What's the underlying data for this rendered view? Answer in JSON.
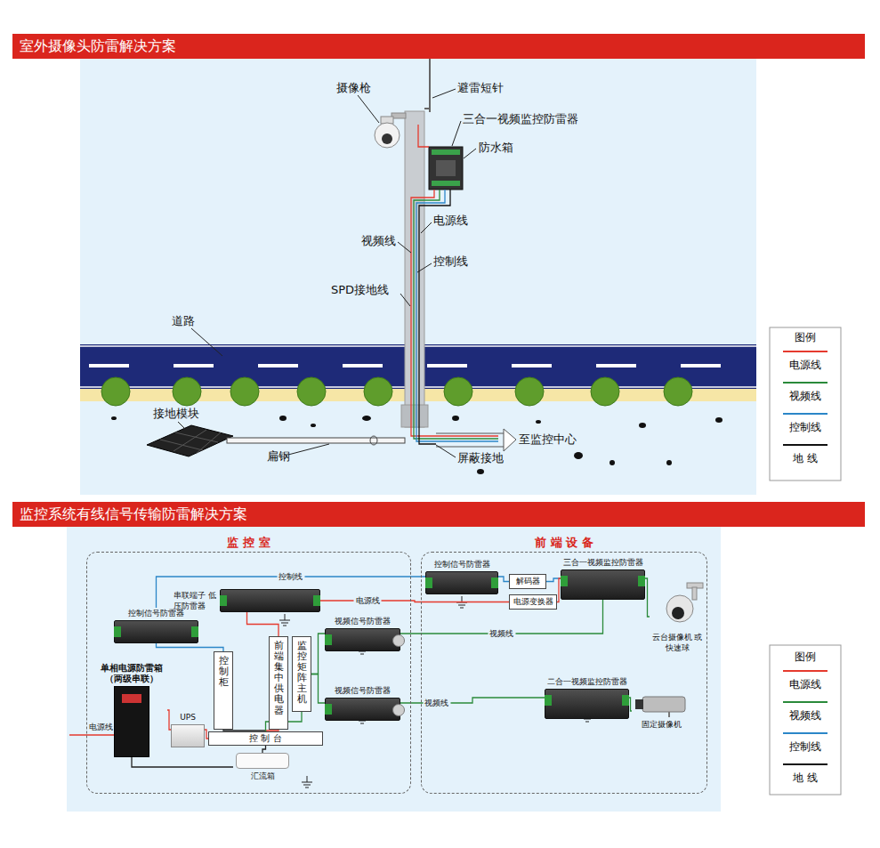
{
  "diagram": {
    "nodes": [
      {
        "text": [
          "室外摄像头防雷解决方案"
        ]
      },
      {
        "text": [
          "监控系统有线信号传输防雷解决方案"
        ]
      },
      {
        "text": [
          "监 控 室"
        ]
      },
      {
        "text": [
          "前 端 设 备"
        ]
      },
      {
        "text": [
          "串联端子 低压防雷器"
        ],
        "in": 2
      },
      {
        "text": [
          "控制信号防雷器"
        ],
        "in": 2
      },
      {
        "text": [
          "单相电源防雷箱 （两级串联）"
        ],
        "in": 2
      },
      {
        "text": [
          "UPS"
        ],
        "in": 2
      },
      {
        "text": [
          "控制柜"
        ],
        "in": 2
      },
      {
        "text": [
          "前端集中供电器"
        ],
        "in": 2
      },
      {
        "text": [
          "监控矩阵主机"
        ],
        "in": 2
      },
      {
        "text": [
          "视频信号防雷器"
        ],
        "in": 2
      },
      {
        "text": [
          "视频信号防雷器"
        ],
        "in": 2
      },
      {
        "text": [
          "控 制 台"
        ],
        "in": 2
      },
      {
        "text": [
          "汇流箱"
        ],
        "in": 2
      },
      {
        "text": [
          "控制信号防雷器"
        ],
        "in": 3
      },
      {
        "text": [
          "解码器"
        ],
        "in": 3
      },
      {
        "text": [
          "电源变换器"
        ],
        "in": 3
      },
      {
        "text": [
          "三合一视频监控防雷器"
        ],
        "in": 3
      },
      {
        "text": [
          "云台摄像机 或快速球"
        ],
        "in": 3
      },
      {
        "text": [
          "二合一视频监控防雷器"
        ],
        "in": 3
      },
      {
        "text": [
          "固定摄像机"
        ],
        "in": 3
      }
    ],
    "edges": [
      {
        "from": 5,
        "to": 15,
        "arrow": "none",
        "label": "控制线"
      },
      {
        "from": 4,
        "to": 17,
        "arrow": "none",
        "label": "电源线"
      },
      {
        "from": 15,
        "to": 16,
        "arrow": "none"
      },
      {
        "from": 16,
        "to": 18,
        "arrow": "none"
      },
      {
        "from": 17,
        "to": 18,
        "arrow": "none"
      },
      {
        "from": 18,
        "to": 19,
        "arrow": "none"
      },
      {
        "from": 11,
        "to": 18,
        "arrow": "none",
        "label": "视频线"
      },
      {
        "from": 12,
        "to": 20,
        "arrow": "none",
        "label": "视频线"
      },
      {
        "from": 20,
        "to": 21,
        "arrow": "none"
      },
      {
        "from": 4,
        "to": 9,
        "arrow": "none"
      },
      {
        "from": 10,
        "to": 11,
        "arrow": "none"
      },
      {
        "from": 10,
        "to": 12,
        "arrow": "none"
      },
      {
        "from": 5,
        "to": 8,
        "arrow": "none"
      },
      {
        "from": 6,
        "to": 7,
        "arrow": "none"
      },
      {
        "from": 7,
        "to": 13,
        "arrow": "none"
      },
      {
        "from": 8,
        "to": 13,
        "arrow": "none"
      },
      {
        "from": 9,
        "to": 13,
        "arrow": "none"
      },
      {
        "from": 10,
        "to": 13,
        "arrow": "none"
      },
      {
        "from": 6,
        "to": 14,
        "arrow": "none"
      },
      {
        "from": 13,
        "to": 14,
        "arrow": "none"
      }
    ],
    "labels": [
      "摄像枪",
      "避雷短针",
      "三合一视频监控防雷器",
      "防水箱",
      "电源线",
      "视频线",
      "控制线",
      "SPD接地线",
      "道路",
      "接地模块",
      "扁钢",
      "至监控中心",
      "屏蔽接地",
      "图例",
      "图例",
      "电源线"
    ],
    "legend": [
      {
        "text": "电源线",
        "color": "#e53a2e"
      },
      {
        "text": "视频线",
        "color": "#2a8a3a"
      },
      {
        "text": "控制线",
        "color": "#2b86c8"
      },
      {
        "text": "地 线",
        "color": "#111111"
      },
      {
        "text": "电源线",
        "color": "#e53a2e"
      },
      {
        "text": "视频线",
        "color": "#2a8a3a"
      },
      {
        "text": "控制线",
        "color": "#2b86c8"
      },
      {
        "text": "地 线",
        "color": "#111111"
      }
    ]
  }
}
